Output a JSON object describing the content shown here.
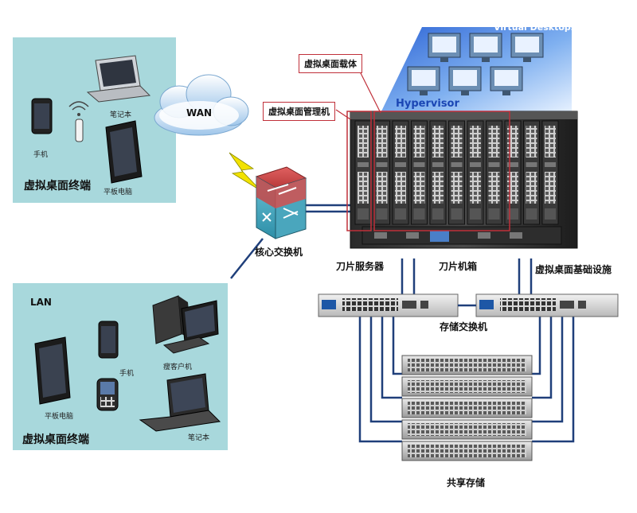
{
  "wan_panel": {
    "cloud_label": "WAN",
    "laptop_label": "笔记本",
    "phone_label": "手机",
    "tablet_label": "平板电脑",
    "terminal_title": "虚拟桌面终端"
  },
  "lan_panel": {
    "title": "LAN",
    "phone_label": "手机",
    "thin_client_label": "瘦客户机",
    "tablet_label": "平板电脑",
    "laptop_label": "笔记本",
    "terminal_title": "虚拟桌面终端"
  },
  "core_switch_label": "核心交换机",
  "datacenter": {
    "virtual_desktops_label": "Virtual Desktops",
    "hypervisor_label": "Hypervisor",
    "vd_carrier_callout": "虚拟桌面载体",
    "vd_manager_callout": "虚拟桌面管理机",
    "blade_server_label": "刀片服务器",
    "blade_chassis_label": "刀片机箱",
    "infrastructure_label": "虚拟桌面基础设施",
    "storage_switch_label": "存储交换机",
    "shared_storage_label": "共享存储"
  },
  "colors": {
    "panel_bg": "#a8d8dc",
    "link_blue": "#1f3f7a",
    "callout_border": "#c0303a",
    "hypervisor_blue": "#1b46b4",
    "lightning": "#f2e200"
  }
}
